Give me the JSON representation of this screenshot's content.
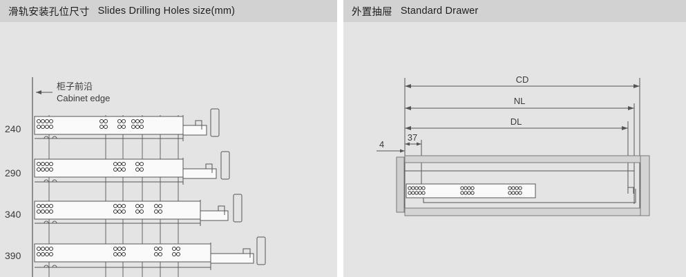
{
  "left": {
    "title_cn": "滑轨安装孔位尺寸",
    "title_en": "Slides Drilling Holes size(mm)",
    "cabinet_edge_cn": "柜子前沿",
    "cabinet_edge_en": "Cabinet edge",
    "rows": [
      {
        "length": "240"
      },
      {
        "length": "290"
      },
      {
        "length": "340"
      },
      {
        "length": "390"
      }
    ]
  },
  "right": {
    "title_cn": "外置抽屉",
    "title_en": "Standard Drawer",
    "dims": {
      "cd": "CD",
      "nl": "NL",
      "dl": "DL",
      "four": "4",
      "thirty_seven": "37"
    }
  }
}
